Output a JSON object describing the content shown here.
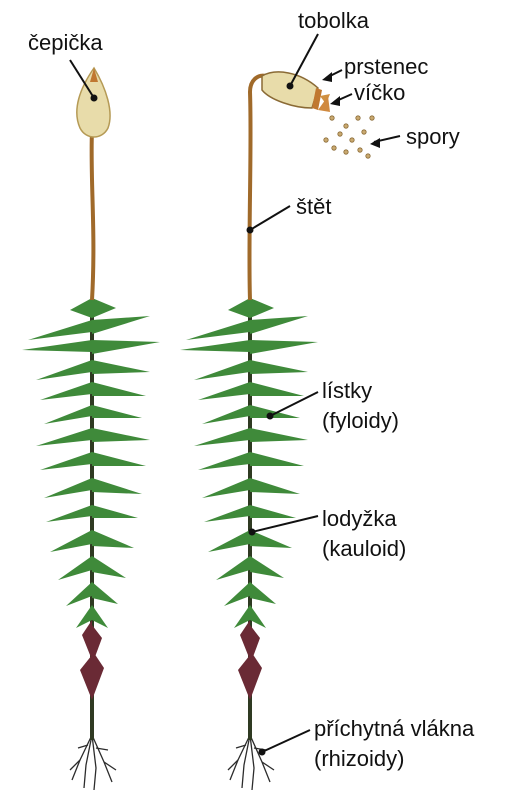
{
  "labels": {
    "cepicka": "čepička",
    "tobolka": "tobolka",
    "prstenec": "prstenec",
    "vicko": "víčko",
    "spory": "spory",
    "stet": "štět",
    "listky_1": "lístky",
    "listky_2": "(fyloidy)",
    "lodyzka_1": "lodyžka",
    "lodyzka_2": "(kauloid)",
    "rhizoidy_1": "příchytná vlákna",
    "rhizoidy_2": "(rhizoidy)"
  },
  "colors": {
    "leaf": "#3f8a3a",
    "leaf_light": "#6db35a",
    "stem": "#2f3a22",
    "seta": "#a06a2a",
    "capsule": "#e8dcaa",
    "red_base": "#6a2a35",
    "pointer": "#111111"
  }
}
